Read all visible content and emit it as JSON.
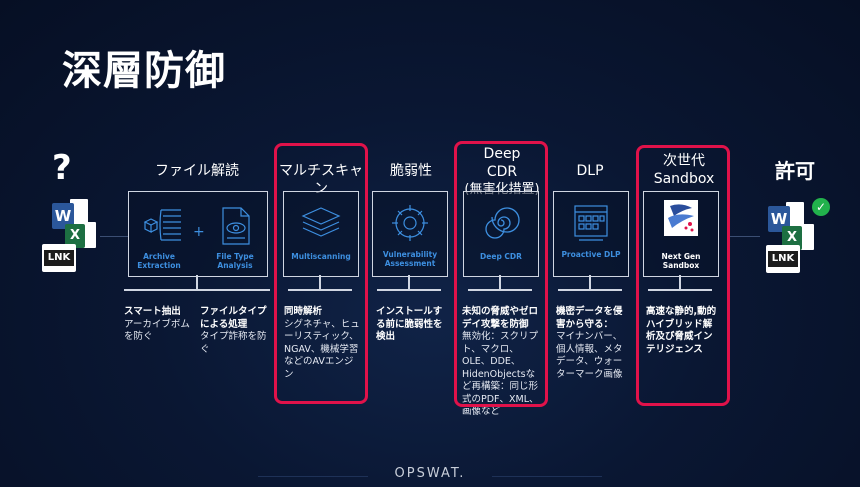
{
  "title": "深層防御",
  "left": {
    "unknown_mark": "?",
    "word_letter": "W",
    "excel_letter": "X",
    "lnk_label": "LNK"
  },
  "right": {
    "allowed_label": "許可",
    "word_letter": "W",
    "excel_letter": "X",
    "lnk_label": "LNK",
    "check_mark": "✓"
  },
  "stages": {
    "file_analysis": {
      "label": "ファイル解読",
      "sub1": "Archive Extraction",
      "sub2": "File Type Analysis",
      "plus": "+",
      "desc1_title": "スマート抽出",
      "desc1_body": "アーカイブボムを防ぐ",
      "desc2_title": "ファイルタイプによる処理",
      "desc2_body": "タイプ詐称を防ぐ"
    },
    "multiscanning": {
      "label": "マルチスキャン",
      "sub": "Multiscanning",
      "desc_title": "同時解析",
      "desc_body": "シグネチャ、ヒューリスティック、NGAV、機械学習などのAVエンジン"
    },
    "vulnerability": {
      "label": "脆弱性",
      "sub": "Vulnerability Assessment",
      "desc_title": "インストールする前に脆弱性を検出",
      "desc_body": ""
    },
    "cdr": {
      "label_line1": "Deep",
      "label_line2": "CDR",
      "label_line3": "(無害化措置)",
      "sub": "Deep CDR",
      "desc_title": "未知の脅威やゼロデイ攻撃を防御",
      "desc_body": "無効化：スクリプト、マクロ、OLE、DDE、HidenObjectsなど再構築：同じ形式のPDF、XML、画像など"
    },
    "dlp": {
      "label": "DLP",
      "sub": "Proactive DLP",
      "desc_title": "機密データを侵害から守る：",
      "desc_body": "マイナンバー、個人情報、メタデータ、ウォーターマーク画像"
    },
    "sandbox": {
      "label_line1": "次世代",
      "label_line2": "Sandbox",
      "sub": "Next Gen Sandbox",
      "desc_title": "高速な静的,動的ハイブリッド解析及び脅威インテリジェンス",
      "desc_body": ""
    }
  },
  "footer": {
    "brand": "OPSWAT."
  },
  "colors": {
    "highlight": "#e0124a",
    "accent": "#3d8fe0",
    "background": "#0a1733"
  }
}
